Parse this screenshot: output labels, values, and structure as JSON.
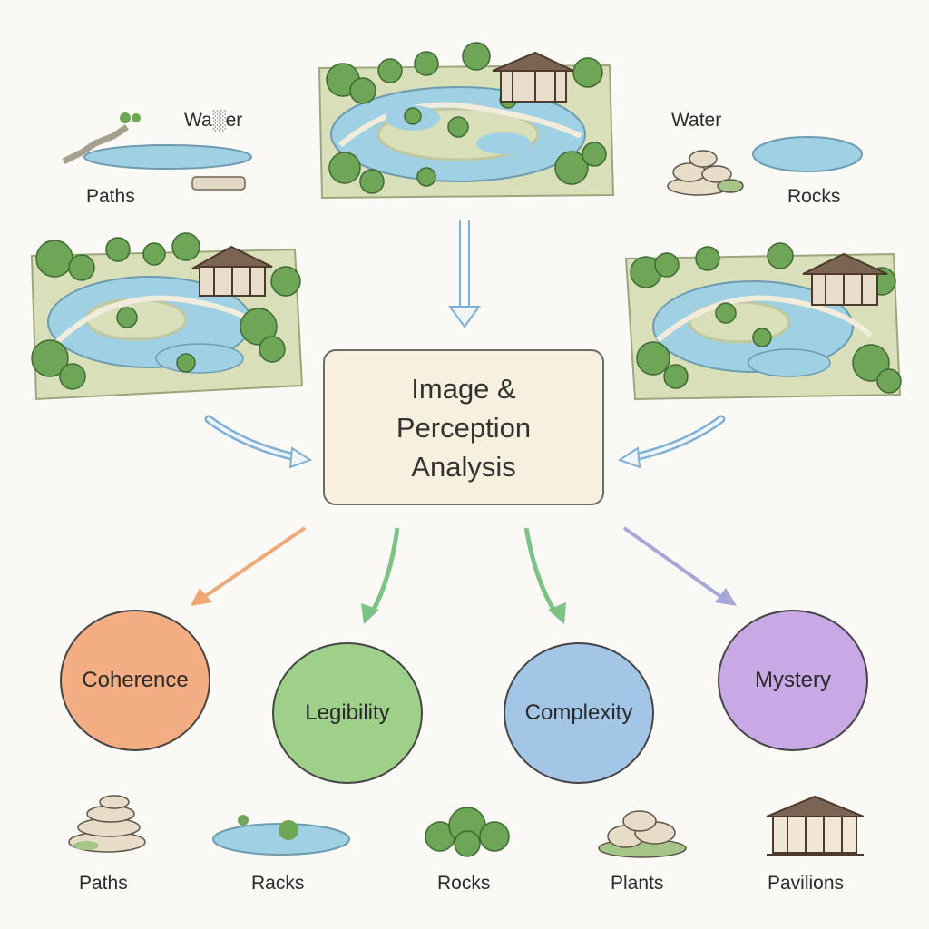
{
  "center": {
    "line1": "Image &",
    "line2": "Perception",
    "line3": "Analysis"
  },
  "top_labels": {
    "left_water": "Wa░er",
    "left_paths": "Paths",
    "right_water": "Water",
    "right_rocks": "Rocks"
  },
  "attributes": {
    "coherence": "Coherence",
    "legibility": "Legibility",
    "complexity": "Complexity",
    "mystery": "Mystery"
  },
  "bottom_labels": {
    "item1": "Paths",
    "item2": "Racks",
    "item3": "Rocks",
    "item4": "Plants",
    "item5": "Pavilions"
  },
  "colors": {
    "coherence": "#f2ae82",
    "legibility": "#9fd08a",
    "complexity": "#a3c6e6",
    "mystery": "#c9a8e6",
    "arrow_blue": "#7fb0d6",
    "arrow_orange": "#f0a875",
    "arrow_green": "#7cc386",
    "arrow_purple": "#a6a8d8",
    "water": "#9fd0e3",
    "foliage": "#6ea557"
  },
  "illustrations": [
    "garden-plan-top",
    "garden-plan-left",
    "garden-plan-right",
    "path-pond-icon",
    "rocks-pond-icon",
    "stacked-stones-icon",
    "pond-icon",
    "shrub-icon",
    "rock-pile-icon",
    "pavilion-icon"
  ]
}
